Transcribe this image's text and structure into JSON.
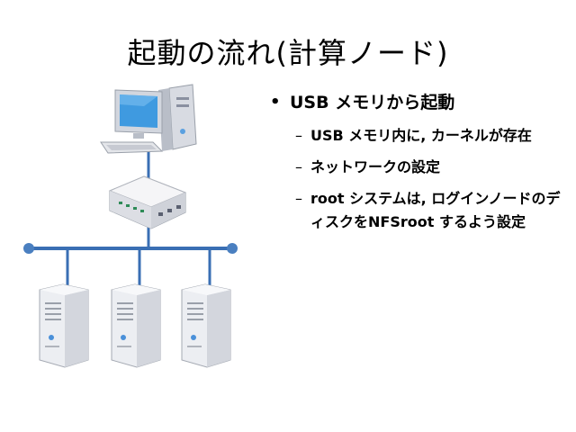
{
  "slide": {
    "title": "起動の流れ(計算ノード)",
    "bullet": "USB メモリから起動",
    "bullet_marker": "•",
    "sub_marker": "–",
    "sub_items": [
      "USB メモリ内に, カーネルが存在",
      "ネットワークの設定",
      "root システムは, ログインノードのディスクをNFSroot するよう設定"
    ]
  },
  "diagram": {
    "icons": [
      "desktop-computer-icon",
      "network-switch-icon",
      "server-tower-icon"
    ],
    "colors": {
      "network_line": "#3a6fb4",
      "node": "#4a7fc0",
      "screen": "#3f9ae0",
      "device": "#e9e9ec"
    }
  }
}
